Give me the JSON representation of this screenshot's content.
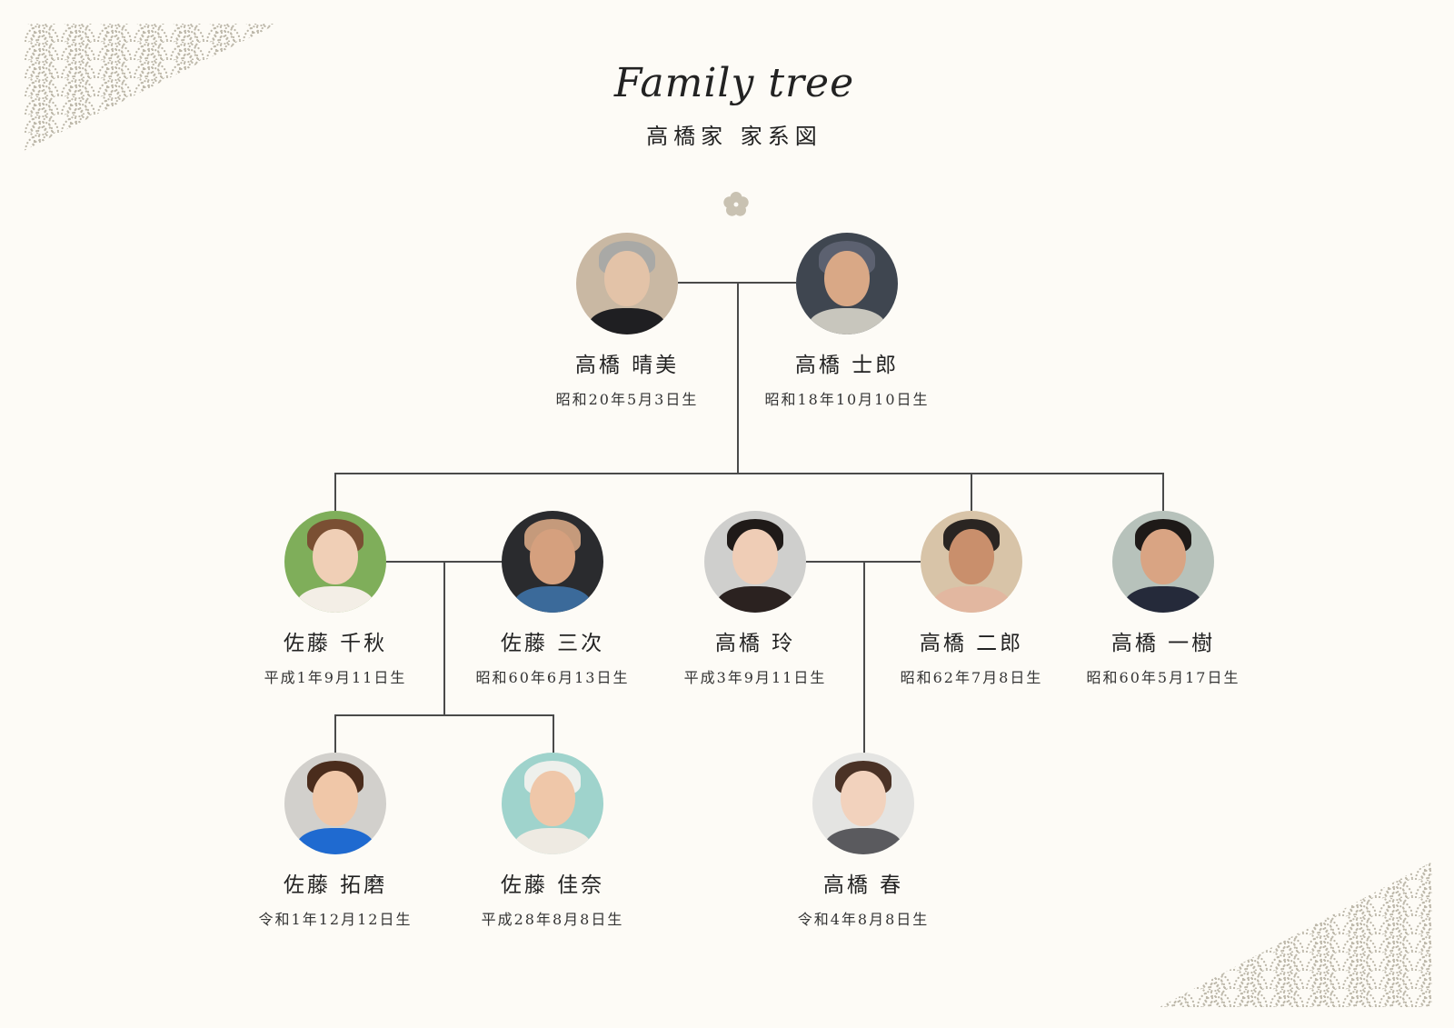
{
  "header": {
    "title": "Family tree",
    "subtitle": "高橋家 家系図",
    "crest_icon": "plum-blossom-crest-icon"
  },
  "colors": {
    "background": "#fdfbf6",
    "line": "#4a4a4a",
    "pattern": "#bdb8aa",
    "crest": "#c9c2b2",
    "text": "#222222"
  },
  "generation1": [
    {
      "name": "高橋 晴美",
      "dob": "昭和20年5月3日生"
    },
    {
      "name": "高橋 士郎",
      "dob": "昭和18年10月10日生"
    }
  ],
  "generation2": [
    {
      "name": "佐藤 千秋",
      "dob": "平成1年9月11日生"
    },
    {
      "name": "佐藤 三次",
      "dob": "昭和60年6月13日生"
    },
    {
      "name": "高橋 玲",
      "dob": "平成3年9月11日生"
    },
    {
      "name": "高橋 二郎",
      "dob": "昭和62年7月8日生"
    },
    {
      "name": "高橋 一樹",
      "dob": "昭和60年5月17日生"
    }
  ],
  "generation3": [
    {
      "name": "佐藤 拓磨",
      "dob": "令和1年12月12日生"
    },
    {
      "name": "佐藤 佳奈",
      "dob": "平成28年8月8日生"
    },
    {
      "name": "高橋 春",
      "dob": "令和4年8月8日生"
    }
  ]
}
